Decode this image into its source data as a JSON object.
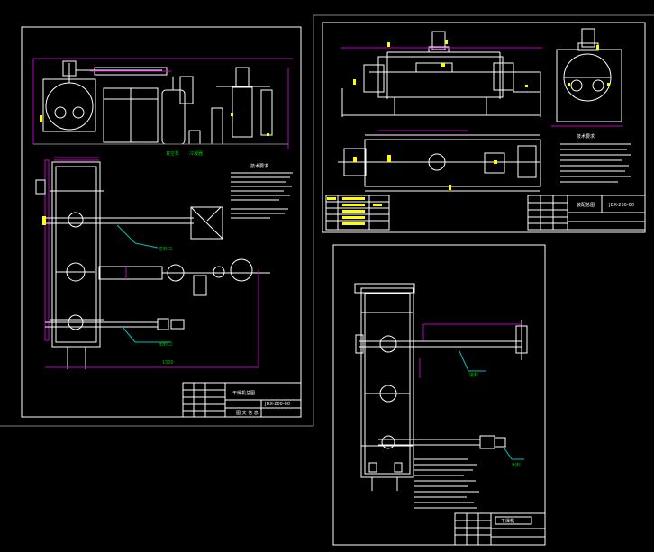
{
  "sheet1": {
    "drawing_no": "JDX-200-00",
    "title": "干燥机总图",
    "footer": "图  文  信  息"
  },
  "sheet2": {
    "drawing_no": "JDX-200-00",
    "title": "装配总图"
  },
  "sheet3": {
    "title": "干燥机"
  },
  "colors": {
    "background": "#000000",
    "line": "#ffffff",
    "dimension": "#c000c0",
    "accent": "#ffff00",
    "leader": "#00c0c0"
  }
}
